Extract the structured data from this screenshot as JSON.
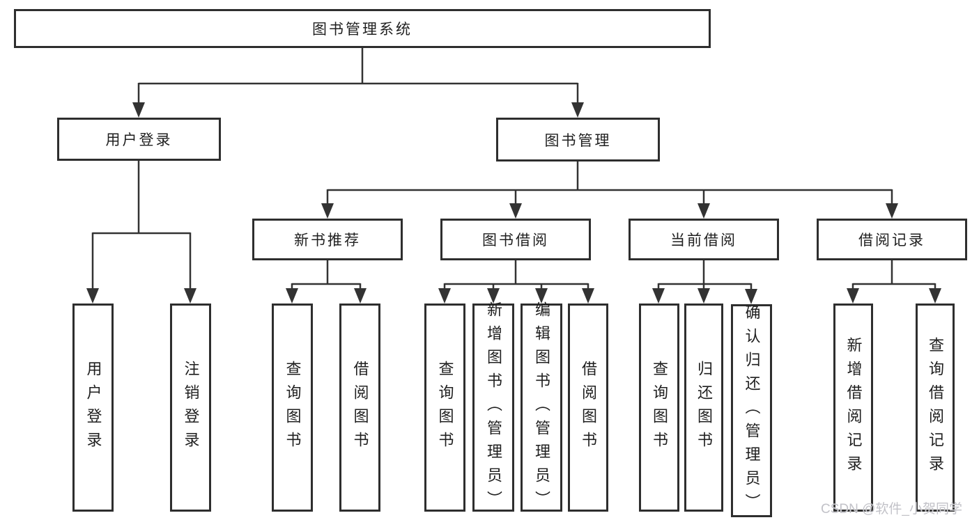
{
  "diagram": {
    "title": "图书管理系统",
    "branches": [
      {
        "label": "用户登录",
        "children": [
          "用户登录",
          "注销登录"
        ]
      },
      {
        "label": "图书管理",
        "modules": [
          {
            "label": "新书推荐",
            "children": [
              "查询图书",
              "借阅图书"
            ]
          },
          {
            "label": "图书借阅",
            "children": [
              "查询图书",
              "新增图书（管理员）",
              "编辑图书（管理员）",
              "借阅图书"
            ]
          },
          {
            "label": "当前借阅",
            "children": [
              "查询图书",
              "归还图书",
              "确认归还（管理员）"
            ]
          },
          {
            "label": "借阅记录",
            "children": [
              "新增借阅记录",
              "查询借阅记录"
            ]
          }
        ]
      }
    ]
  },
  "watermark": "CSDN @软件_小贺同学",
  "colors": {
    "line": "#333333",
    "box_border": "#2e2e2e",
    "text": "#1f1f1f",
    "background": "#ffffff",
    "watermark": "#c2c2c8"
  }
}
